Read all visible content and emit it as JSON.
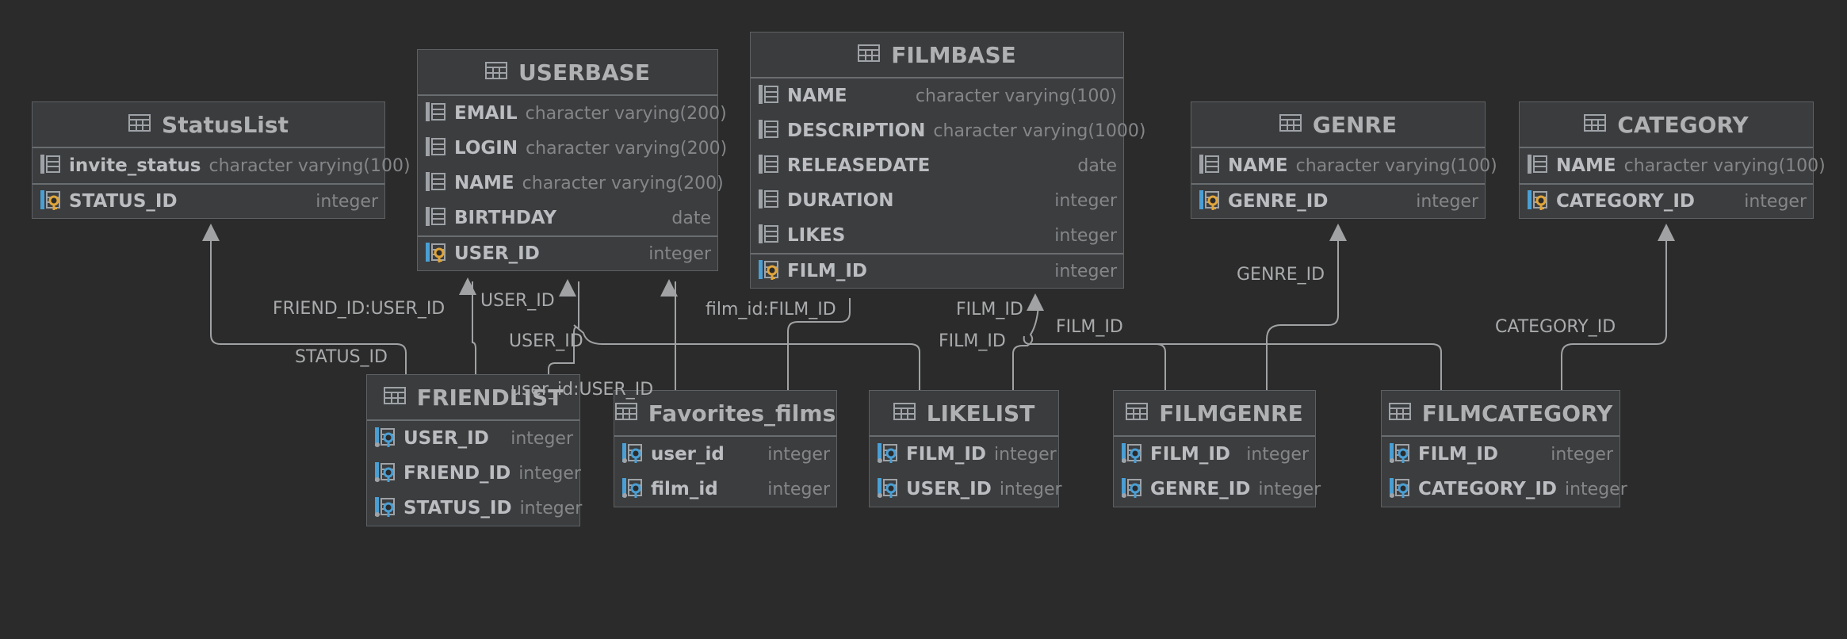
{
  "colors": {
    "background": "#2b2b2b",
    "table_fill": "#3b3d3f",
    "table_border": "#5e6163",
    "text": "#bbbdc0",
    "type_text": "#848688",
    "edge": "#a0a2a4",
    "column_icon": "#9fa3a7",
    "key_blue": "#4a9fd4",
    "key_gold": "#e0a53a"
  },
  "tables": [
    {
      "title": "StatusList",
      "columns": [
        {
          "name": "invite_status",
          "type": "character varying(100)",
          "key": "none"
        },
        {
          "name": "STATUS_ID",
          "type": "integer",
          "key": "primary",
          "sep": true
        }
      ]
    },
    {
      "title": "USERBASE",
      "columns": [
        {
          "name": "EMAIL",
          "type": "character varying(200)",
          "key": "none"
        },
        {
          "name": "LOGIN",
          "type": "character varying(200)",
          "key": "none"
        },
        {
          "name": "NAME",
          "type": "character varying(200)",
          "key": "none"
        },
        {
          "name": "BIRTHDAY",
          "type": "date",
          "key": "none"
        },
        {
          "name": "USER_ID",
          "type": "integer",
          "key": "primary",
          "sep": true
        }
      ]
    },
    {
      "title": "FILMBASE",
      "columns": [
        {
          "name": "NAME",
          "type": "character varying(100)",
          "key": "none"
        },
        {
          "name": "DESCRIPTION",
          "type": "character varying(1000)",
          "key": "none"
        },
        {
          "name": "RELEASEDATE",
          "type": "date",
          "key": "none"
        },
        {
          "name": "DURATION",
          "type": "integer",
          "key": "none"
        },
        {
          "name": "LIKES",
          "type": "integer",
          "key": "none"
        },
        {
          "name": "FILM_ID",
          "type": "integer",
          "key": "primary",
          "sep": true
        }
      ]
    },
    {
      "title": "GENRE",
      "columns": [
        {
          "name": "NAME",
          "type": "character varying(100)",
          "key": "none"
        },
        {
          "name": "GENRE_ID",
          "type": "integer",
          "key": "primary",
          "sep": true
        }
      ]
    },
    {
      "title": "CATEGORY",
      "columns": [
        {
          "name": "NAME",
          "type": "character varying(100)",
          "key": "none"
        },
        {
          "name": "CATEGORY_ID",
          "type": "integer",
          "key": "primary",
          "sep": true
        }
      ]
    },
    {
      "title": "FRIENDLIST",
      "columns": [
        {
          "name": "USER_ID",
          "type": "integer",
          "key": "foreign"
        },
        {
          "name": "FRIEND_ID",
          "type": "integer",
          "key": "foreign"
        },
        {
          "name": "STATUS_ID",
          "type": "integer",
          "key": "foreign"
        }
      ]
    },
    {
      "title": "Favorites_films",
      "columns": [
        {
          "name": "user_id",
          "type": "integer",
          "key": "foreign"
        },
        {
          "name": "film_id",
          "type": "integer",
          "key": "foreign"
        }
      ]
    },
    {
      "title": "LIKELIST",
      "columns": [
        {
          "name": "FILM_ID",
          "type": "integer",
          "key": "foreign"
        },
        {
          "name": "USER_ID",
          "type": "integer",
          "key": "foreign"
        }
      ]
    },
    {
      "title": "FILMGENRE",
      "columns": [
        {
          "name": "FILM_ID",
          "type": "integer",
          "key": "foreign"
        },
        {
          "name": "GENRE_ID",
          "type": "integer",
          "key": "foreign"
        }
      ]
    },
    {
      "title": "FILMCATEGORY",
      "columns": [
        {
          "name": "FILM_ID",
          "type": "integer",
          "key": "foreign"
        },
        {
          "name": "CATEGORY_ID",
          "type": "integer",
          "key": "foreign"
        }
      ]
    }
  ],
  "edge_labels": [
    "FRIEND_ID:USER_ID",
    "USER_ID",
    "STATUS_ID",
    "USER_ID",
    "user_id:USER_ID",
    "film_id:FILM_ID",
    "FILM_ID",
    "FILM_ID",
    "FILM_ID",
    "GENRE_ID",
    "CATEGORY_ID"
  ]
}
